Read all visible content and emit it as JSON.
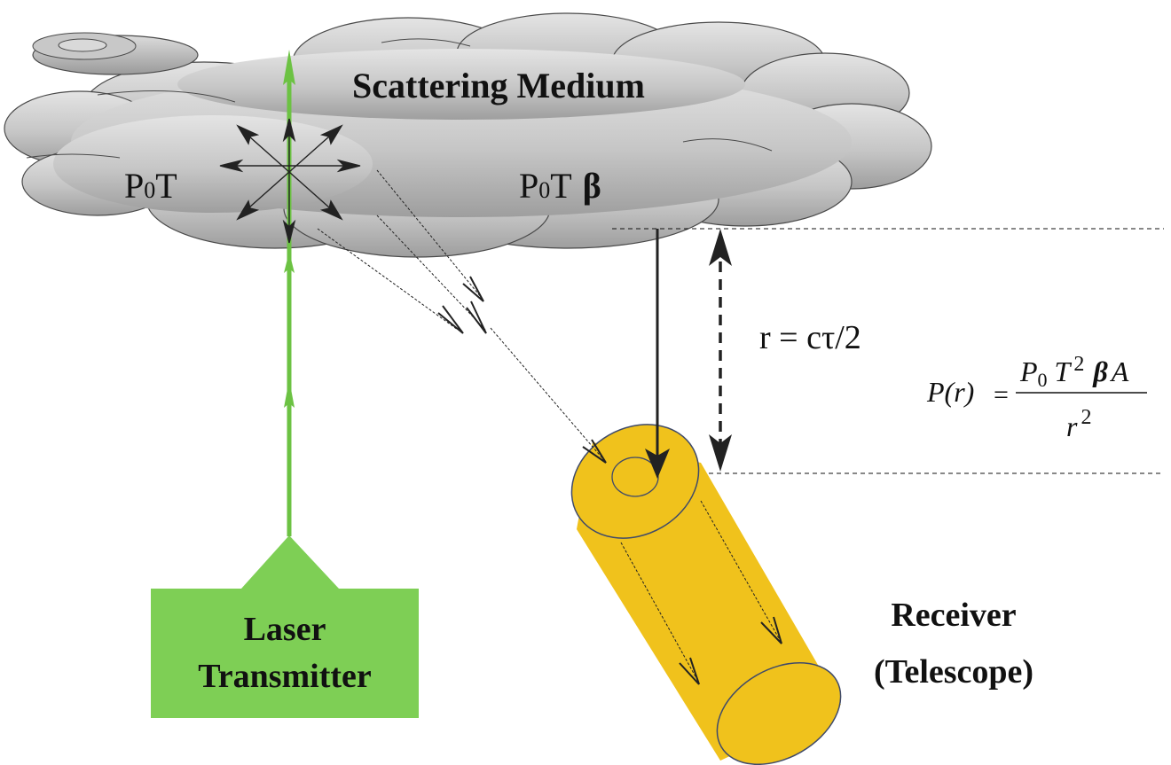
{
  "cloud": {
    "title": "Scattering Medium",
    "power_left": {
      "main": "P",
      "sub": "0",
      "rest": "T"
    },
    "power_right": {
      "main": "P",
      "sub": "0",
      "rest": "T",
      "tail": "β"
    }
  },
  "range_label": "r = cτ/2",
  "equation": {
    "lhs": "P(r)",
    "equals": "=",
    "num_p": "P",
    "num_sub": "0",
    "num_t": "T",
    "num_sup": "2",
    "num_beta": "β",
    "num_a": "A",
    "den_r": "r",
    "den_sup": "2"
  },
  "laser": {
    "line1": "Laser",
    "line2": "Transmitter"
  },
  "receiver": {
    "line1": "Receiver",
    "line2": "(Telescope)"
  },
  "colors": {
    "laser_green": "#7ecf55",
    "beam_green": "#6cc243",
    "telescope_gold": "#f0c21c",
    "cloud_gray": "#c2c2c2"
  }
}
